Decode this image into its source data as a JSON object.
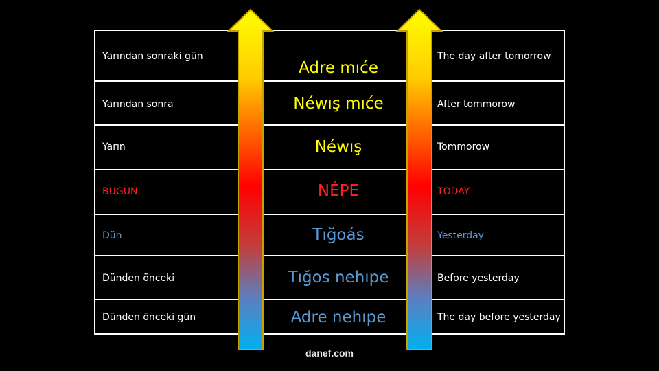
{
  "rows": [
    {
      "tr": "Yarından sonraki gün",
      "mid": "Adre mıće",
      "en": "The day after tomorrow",
      "color_side": "#ffffff",
      "color_mid": "#ffff00"
    },
    {
      "tr": "Yarından sonra",
      "mid": "Néwış mıće",
      "en": "After tommorow",
      "color_side": "#ffffff",
      "color_mid": "#ffff00"
    },
    {
      "tr": "Yarın",
      "mid": "Néwış",
      "en": "Tommorow",
      "color_side": "#ffffff",
      "color_mid": "#ffff00"
    },
    {
      "tr": "BUGÜN",
      "mid": "NÉPE",
      "en": "TODAY",
      "color_side": "#ff2020",
      "color_mid": "#ff2020"
    },
    {
      "tr": "Dün",
      "mid": "Tığoás",
      "en": "Yesterday",
      "color_side": "#5b9bd5",
      "color_mid": "#5b9bd5"
    },
    {
      "tr": "Dünden önceki",
      "mid": "Tığos nehıpe",
      "en": "Before yesterday",
      "color_side": "#ffffff",
      "color_mid": "#5b9bd5"
    },
    {
      "tr": "Dünden önceki gün",
      "mid": "Adre nehıpe",
      "en": "The day before yesterday",
      "color_side": "#ffffff",
      "color_mid": "#5b9bd5"
    }
  ],
  "footer": {
    "logo": "danef.com"
  },
  "colors": {
    "border": "#ffffff",
    "background": "#000000",
    "arrow_top": "#ffff00",
    "arrow_mid": "#ff0000",
    "arrow_bottom": "#00b0f0"
  }
}
